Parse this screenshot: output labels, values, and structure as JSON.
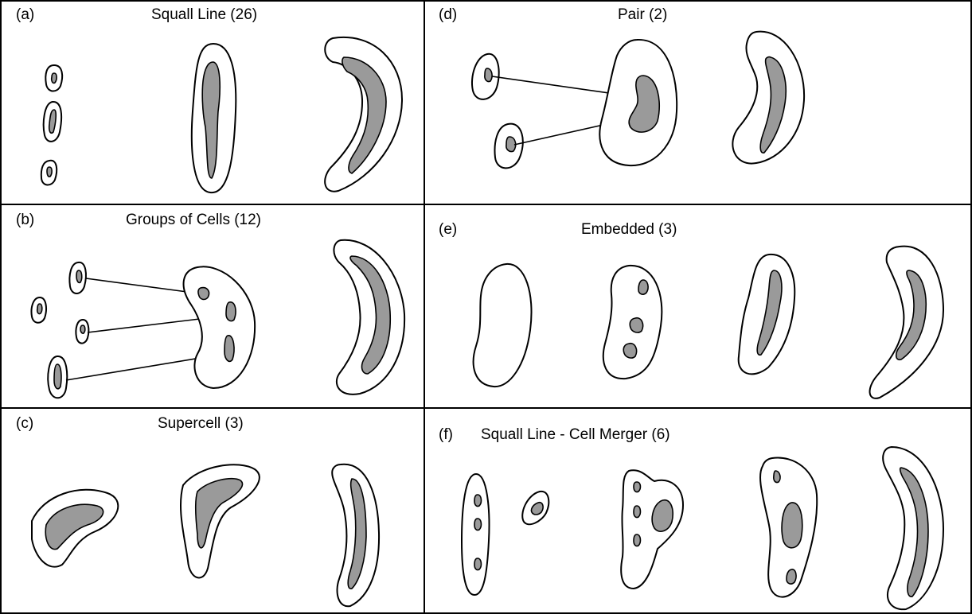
{
  "figure": {
    "panels": [
      {
        "id": "a",
        "letter": "(a)",
        "title": "Squall Line (26)"
      },
      {
        "id": "b",
        "letter": "(b)",
        "title": "Groups of Cells (12)"
      },
      {
        "id": "c",
        "letter": "(c)",
        "title": "Supercell (3)"
      },
      {
        "id": "d",
        "letter": "(d)",
        "title": "Pair (2)"
      },
      {
        "id": "e",
        "letter": "(e)",
        "title": "Embedded (3)"
      },
      {
        "id": "f",
        "letter": "(f)",
        "title": "Squall Line - Cell Merger (6)"
      }
    ],
    "colors": {
      "outline": "#000000",
      "core_fill": "#9a9a9a",
      "background": "#ffffff"
    }
  }
}
